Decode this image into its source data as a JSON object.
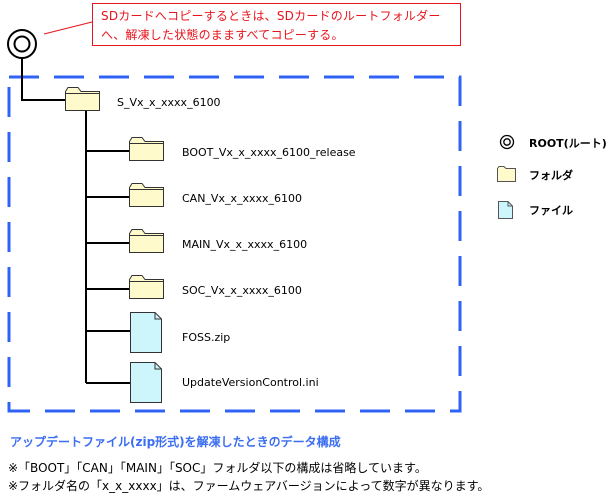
{
  "callout": {
    "line1": "SDカードへコピーするときは、SDカードのルートフォルダー",
    "line2": "へ、解凍した状態のまますべてコピーする。"
  },
  "tree": {
    "top_folder": {
      "label": "S_Vx_x_xxxx_6100",
      "icon": "folder-icon"
    },
    "children": [
      {
        "label": "BOOT_Vx_x_xxxx_6100_release",
        "icon": "folder-icon"
      },
      {
        "label": "CAN_Vx_x_xxxx_6100",
        "icon": "folder-icon"
      },
      {
        "label": "MAIN_Vx_x_xxxx_6100",
        "icon": "folder-icon"
      },
      {
        "label": "SOC_Vx_x_xxxx_6100",
        "icon": "folder-icon"
      },
      {
        "label": "FOSS.zip",
        "icon": "file-icon"
      },
      {
        "label": "UpdateVersionControl.ini",
        "icon": "file-icon"
      }
    ]
  },
  "legend": {
    "root": "ROOT(ルート)",
    "folder": "フォルダ",
    "file": "ファイル"
  },
  "caption": "アップデートファイル(zip形式)を解凍したときのデータ構成",
  "notes": [
    "※「BOOT」「CAN」「MAIN」「SOC」フォルダ以下の構成は省略しています。",
    "※フォルダ名の「x_x_xxxx」は、ファームウェアバージョンによって数字が異なります。"
  ],
  "colors": {
    "frame": "#2f63f5",
    "callout": "#e8141b",
    "folder_fill": "#fefacb",
    "file_fill": "#ccf6fc",
    "caption": "#3a6df0"
  }
}
